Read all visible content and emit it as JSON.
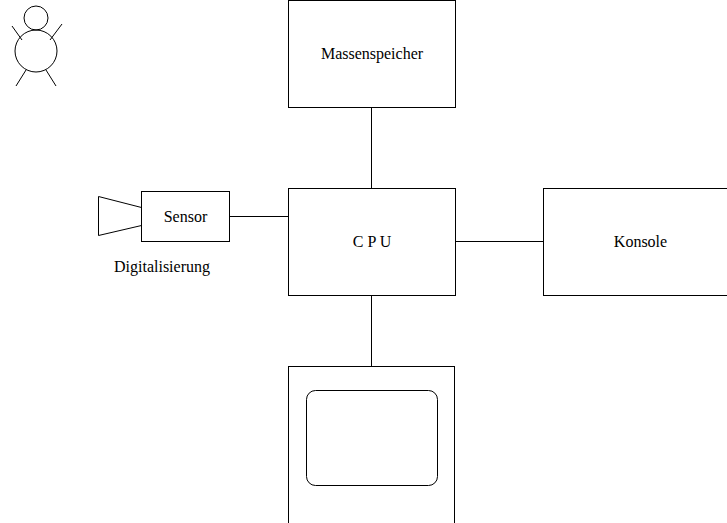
{
  "diagram": {
    "nodes": [
      {
        "text": [
          "Massenspeicher"
        ]
      },
      {
        "text": [
          "Sensor"
        ]
      },
      {
        "text": [
          "C P U"
        ]
      },
      {
        "text": [
          "Konsole"
        ]
      }
    ],
    "edges": [
      {
        "from": 0,
        "to": 2,
        "arrow": "none"
      },
      {
        "from": 1,
        "to": 2,
        "arrow": "none"
      },
      {
        "from": 2,
        "to": 3,
        "arrow": "none"
      }
    ],
    "labels": [
      "Digitalisierung"
    ]
  }
}
